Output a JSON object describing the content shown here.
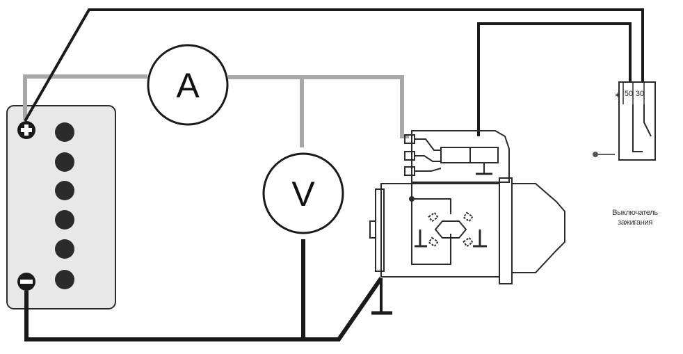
{
  "meters": {
    "ammeter_symbol": "A",
    "voltmeter_symbol": "V"
  },
  "battery": {
    "positive_symbol": "+",
    "negative_symbol": "−",
    "cell_count": 6
  },
  "ignition_switch": {
    "terminals": [
      "30",
      "50",
      "∗"
    ],
    "caption_lines": [
      "Выключатель",
      "зажигания"
    ]
  },
  "colors": {
    "heavy_wire": "#1a1a1a",
    "measure_wire": "#a8a8a8",
    "outline": "#2a2a2a",
    "battery_fill": "#e8e8e8"
  }
}
